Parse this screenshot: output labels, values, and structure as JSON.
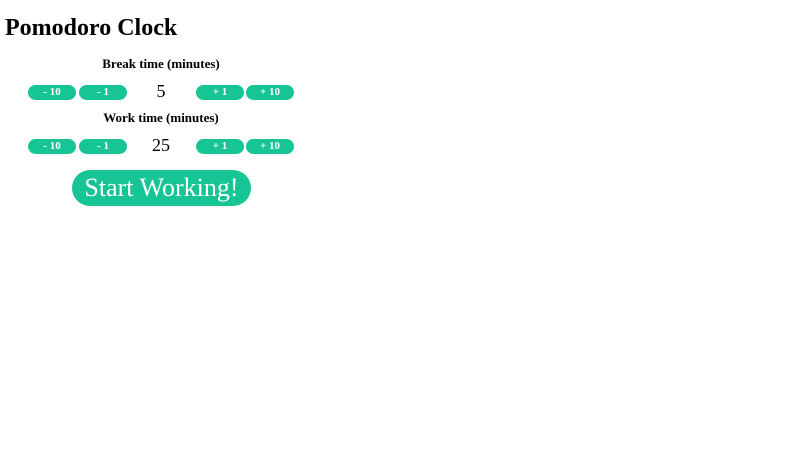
{
  "title": "Pomodoro Clock",
  "break": {
    "label": "Break time (minutes)",
    "value": "5",
    "buttons": {
      "minus10": "- 10",
      "minus1": "- 1",
      "plus1": "+ 1",
      "plus10": "+ 10"
    }
  },
  "work": {
    "label": "Work time (minutes)",
    "value": "25",
    "buttons": {
      "minus10": "- 10",
      "minus1": "- 1",
      "plus1": "+ 1",
      "plus10": "+ 10"
    }
  },
  "start_button": "Start Working!",
  "colors": {
    "accent": "#17c493",
    "button_text": "#ffffff"
  }
}
